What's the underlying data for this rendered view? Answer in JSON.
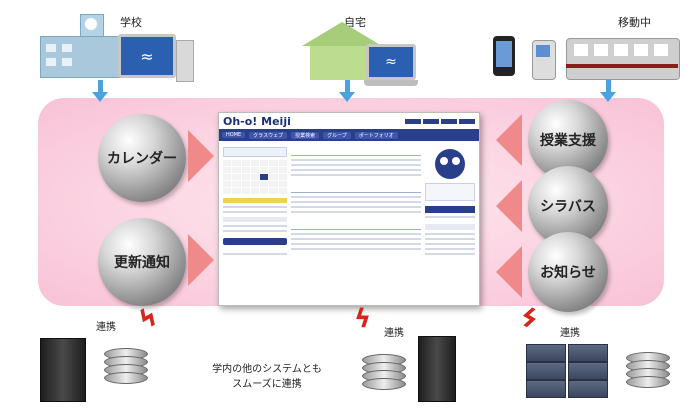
{
  "top": {
    "school_label": "学校",
    "home_label": "自宅",
    "mobile_label": "移動中"
  },
  "left_balls": [
    "カレンダー",
    "更新通知"
  ],
  "right_balls": [
    "授業支援",
    "シラバス",
    "お知らせ"
  ],
  "portal": {
    "title": "Oh-o! Meiji",
    "nav": [
      "HOME",
      "クラスウェブ",
      "授業検索",
      "グループ",
      "ポートフォリオ"
    ]
  },
  "bottom": {
    "link_labels": [
      "連携",
      "連携",
      "連携"
    ],
    "caption_line1": "学内の他のシステムとも",
    "caption_line2": "スムーズに連携"
  },
  "colors": {
    "band": "#fbd2e1",
    "arrow_blue": "#4aa3df",
    "arrow_red": "#f08a8a",
    "bolt": "#d9261c",
    "portal_nav": "#2a3f8a"
  }
}
